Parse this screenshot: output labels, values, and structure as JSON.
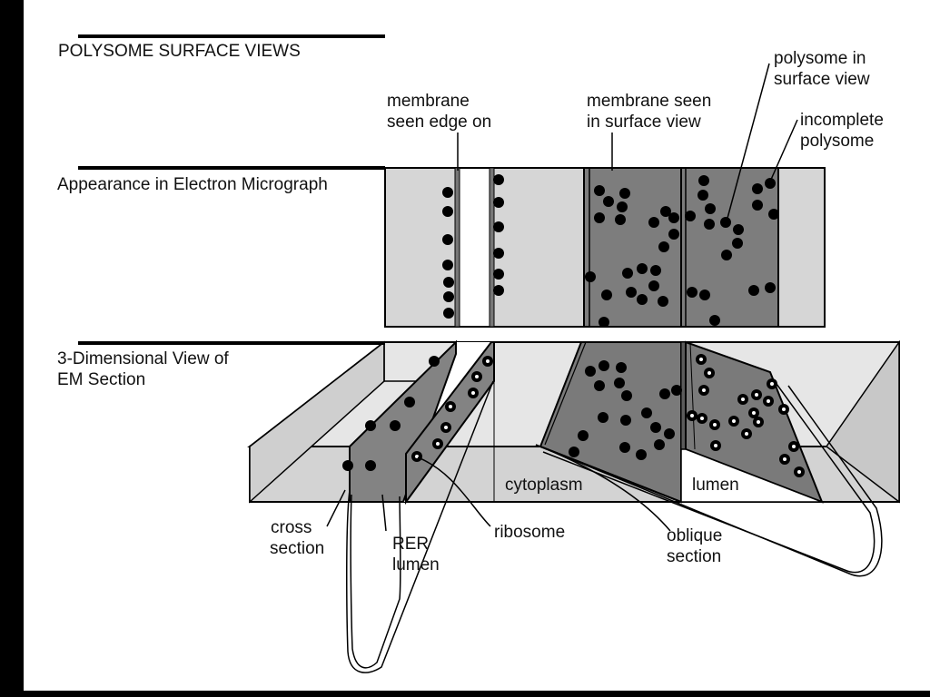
{
  "diagram": {
    "title": "POLYSOME SURFACE VIEWS",
    "section_em": "Appearance in Electron Micrograph",
    "section_3d_line1": "3-Dimensional View of",
    "section_3d_line2": "EM Section",
    "labels": {
      "membrane_edge_1": "membrane",
      "membrane_edge_2": "seen edge on",
      "membrane_surface_1": "membrane seen",
      "membrane_surface_2": "in surface view",
      "polysome_surface_1": "polysome in",
      "polysome_surface_2": "surface view",
      "incomplete_1": "incomplete",
      "incomplete_2": "polysome",
      "cytoplasm": "cytoplasm",
      "lumen": "lumen",
      "cross_section_1": "cross",
      "cross_section_2": "section",
      "rer_lumen_1": "RER",
      "rer_lumen_2": "lumen",
      "ribosome": "ribosome",
      "oblique_section_1": "oblique",
      "oblique_section_2": "section"
    },
    "colors": {
      "light_gray": "#d4d4d4",
      "dark_gray": "#7a7a7a",
      "ribosome": "#000000"
    }
  }
}
